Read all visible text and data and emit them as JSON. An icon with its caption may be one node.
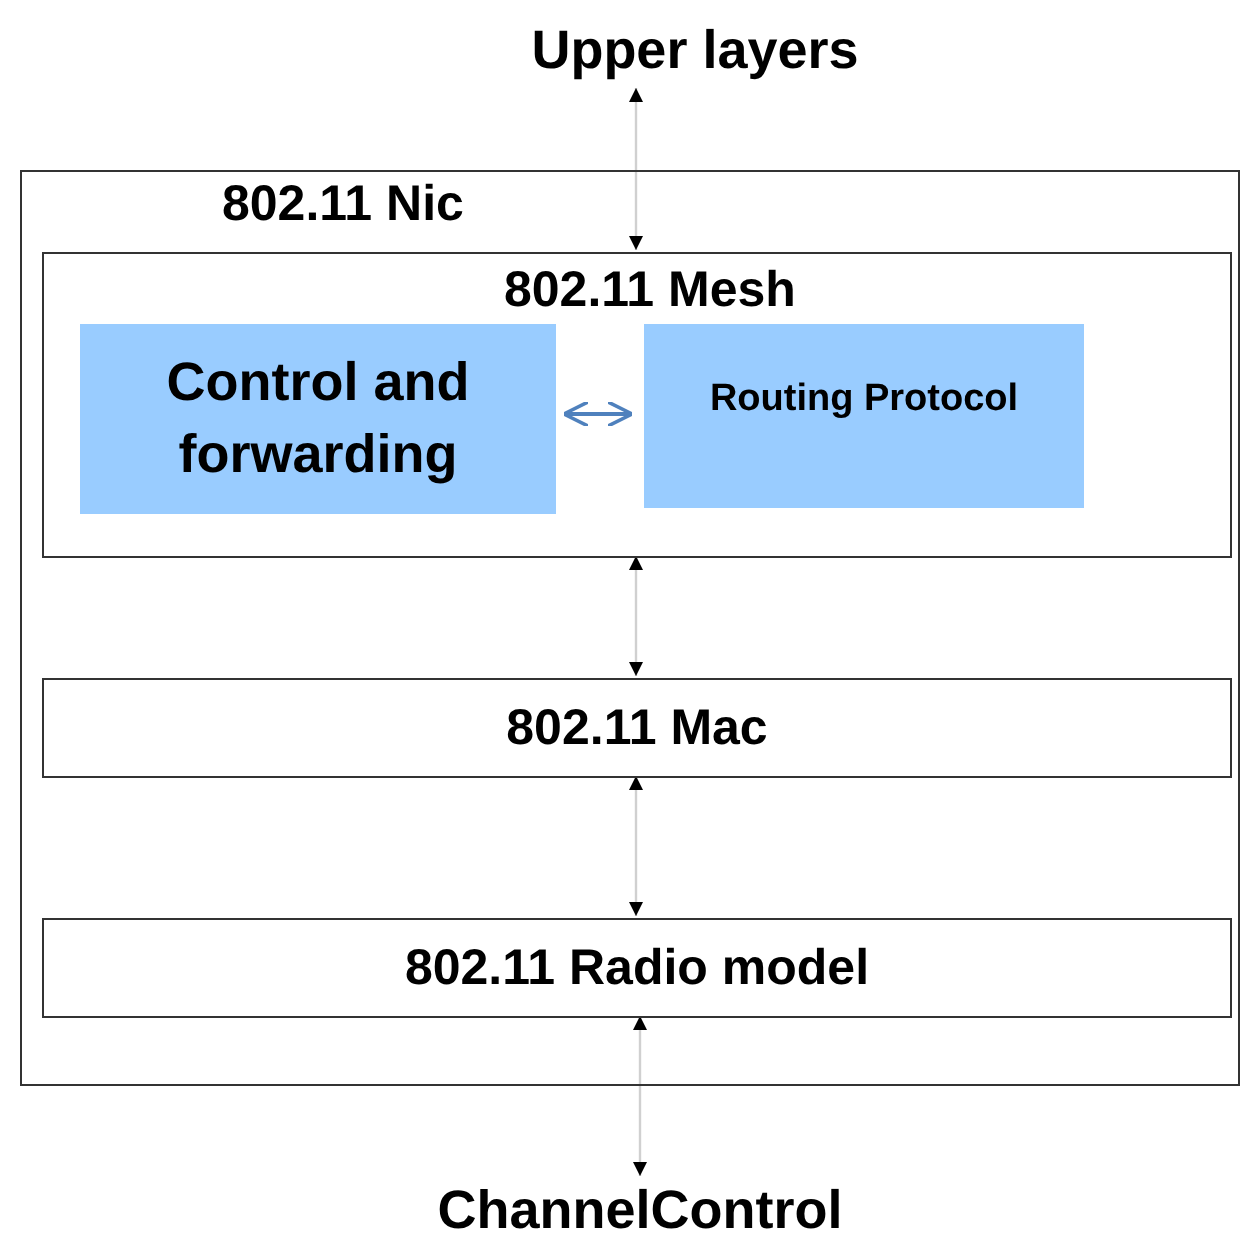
{
  "diagram": {
    "nodes": [
      {
        "text": [
          "Upper layers"
        ]
      },
      {
        "text": [
          "802.11 Nic"
        ]
      },
      {
        "text": [
          "802.11 Mesh"
        ],
        "in": 1
      },
      {
        "text": [
          "Control and forwarding"
        ],
        "in": 2
      },
      {
        "text": [
          "Routing Protocol"
        ],
        "in": 2
      },
      {
        "text": [
          "802.11 Mac"
        ],
        "in": 1
      },
      {
        "text": [
          "802.11 Radio model"
        ],
        "in": 1
      },
      {
        "text": [
          "ChannelControl"
        ]
      }
    ],
    "edges": [
      {
        "from": 0,
        "to": 2,
        "arrow": "both"
      },
      {
        "from": 3,
        "to": 4,
        "arrow": "both",
        "color": "#4f81bd"
      },
      {
        "from": 2,
        "to": 5,
        "arrow": "both"
      },
      {
        "from": 5,
        "to": 6,
        "arrow": "both"
      },
      {
        "from": 6,
        "to": 7,
        "arrow": "both"
      }
    ]
  }
}
